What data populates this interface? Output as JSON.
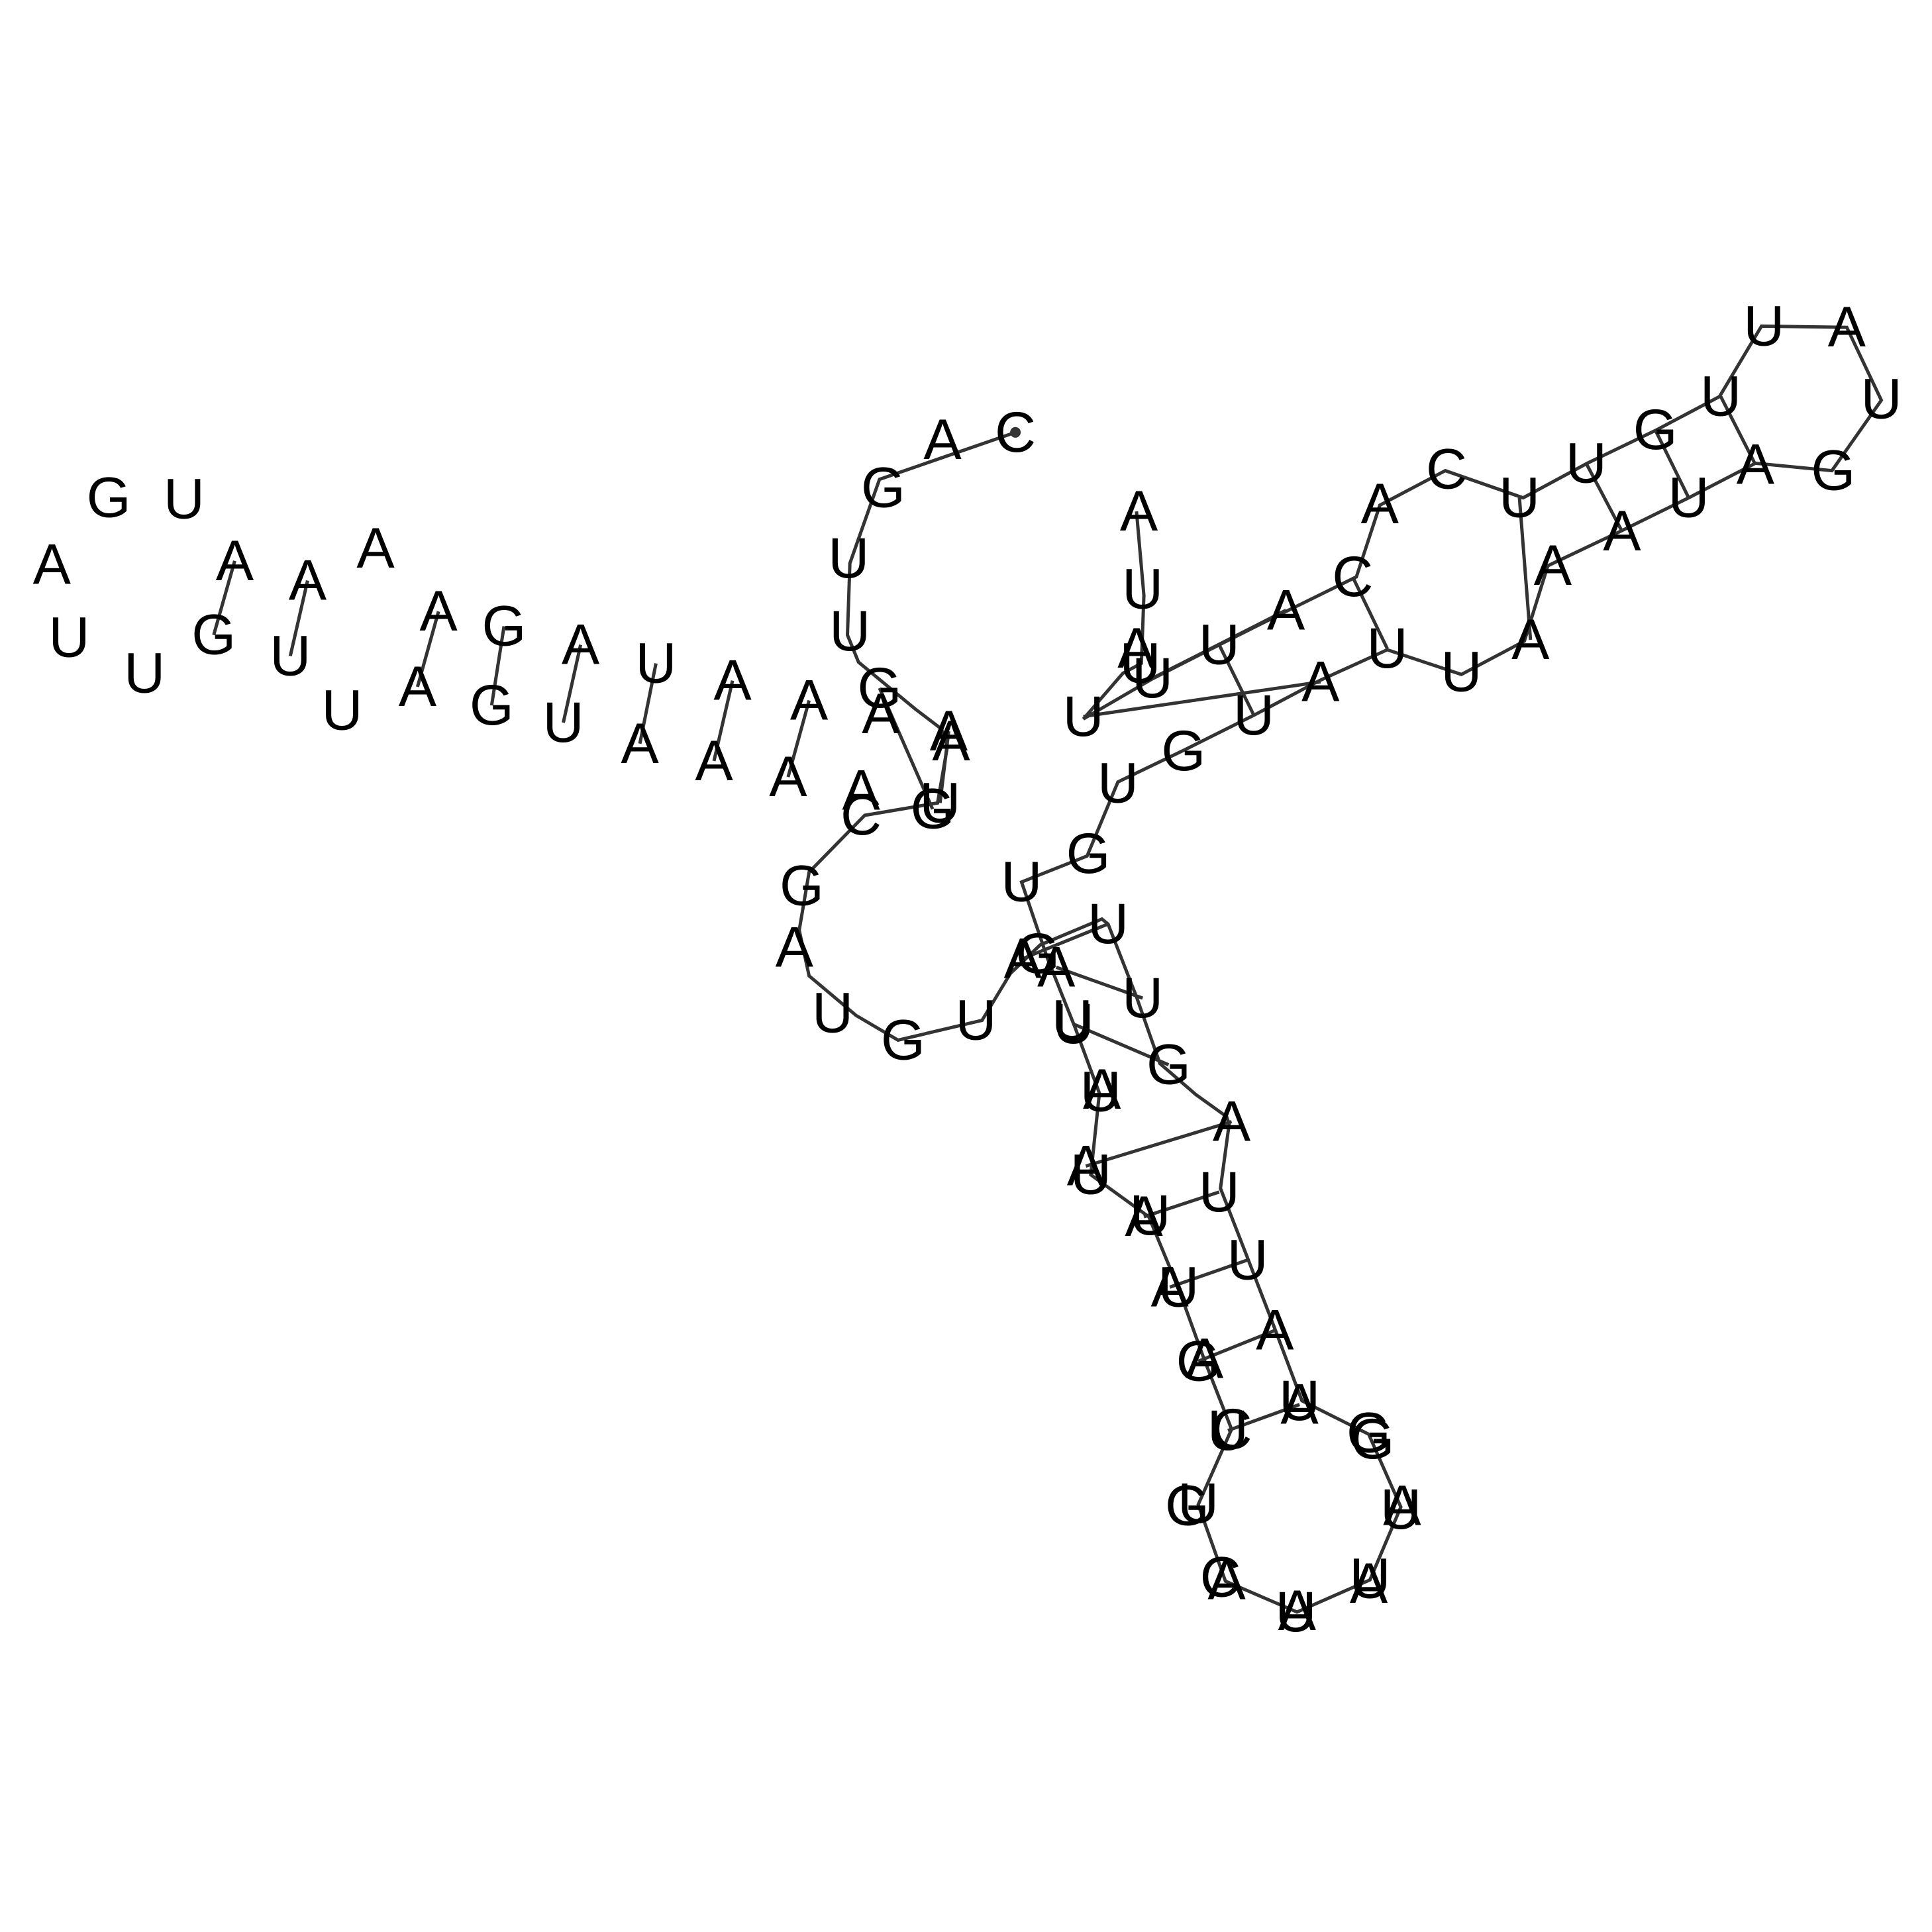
{
  "colors": {
    "background": "#ffffff",
    "text": "#000000",
    "line": "#333333"
  },
  "nucleotides": [
    "C",
    "A",
    "G",
    "U",
    "U",
    "G",
    "A",
    "U",
    "C",
    "G",
    "A",
    "U",
    "G",
    "U",
    "A",
    "G",
    "U",
    "U",
    "G",
    "A",
    "U",
    "U",
    "A",
    "A",
    "G",
    "U",
    "A",
    "A",
    "A",
    "U",
    "C",
    "A",
    "U",
    "U",
    "U",
    "A",
    "U",
    "U",
    "G",
    "U",
    "G",
    "U",
    "A",
    "U",
    "U",
    "A",
    "A",
    "A",
    "U",
    "A",
    "G",
    "U",
    "A",
    "U",
    "U",
    "G",
    "U",
    "U",
    "C",
    "A",
    "C",
    "A",
    "U",
    "U",
    "U",
    "U",
    "U",
    "A",
    "A",
    "A",
    "A",
    "A",
    "A",
    "U",
    "A",
    "G",
    "A",
    "A",
    "A",
    "A",
    "U",
    "G",
    "A",
    "U",
    "U",
    "G",
    "U",
    "U",
    "A",
    "G",
    "U",
    "A",
    "A",
    "A",
    "A",
    "G",
    "A",
    "U",
    "U",
    "A",
    "A",
    "A",
    "G",
    "U",
    "G",
    "C",
    "U",
    "U",
    "A",
    "G",
    "U"
  ]
}
